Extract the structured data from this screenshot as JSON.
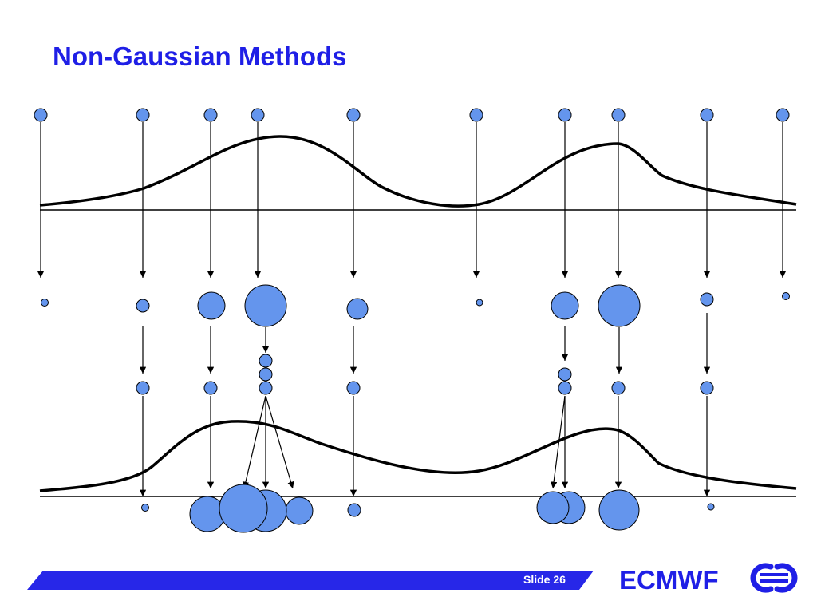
{
  "title": "Non-Gaussian Methods",
  "footer": {
    "slide_label": "Slide 26",
    "brand": "ECMWF",
    "bar_color": "#2727e8",
    "brand_color": "#1f1fe6"
  },
  "colors": {
    "title": "#1f1fe6",
    "particle_fill": "#6495ed",
    "particle_stroke": "#000000",
    "curve": "#000000"
  },
  "icons": [
    "ecmwf-logo-icon"
  ]
}
